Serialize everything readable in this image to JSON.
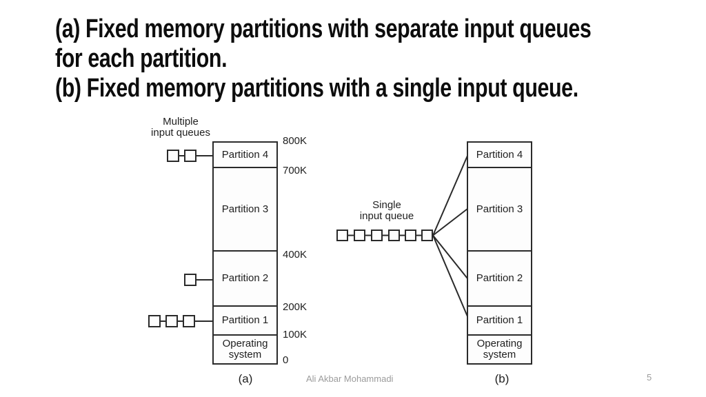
{
  "slide": {
    "title_lines": [
      "(a) Fixed memory partitions with separate input queues",
      "for each partition.",
      "(b) Fixed memory partitions with a single input queue."
    ],
    "footer": {
      "author": "Ali Akbar Mohammadi",
      "page_number": "5"
    }
  },
  "figure": {
    "colors": {
      "line": "#2a2a2a",
      "text": "#1e1e1e",
      "background": "#ffffff",
      "footer_text": "#9b9b9b"
    },
    "diagram_a": {
      "caption": "(a)",
      "queue_label_lines": [
        "Multiple",
        "input queues"
      ],
      "partitions": [
        "Partition 4",
        "Partition 3",
        "Partition 2",
        "Partition 1",
        "Operating system"
      ],
      "addresses": [
        "800K",
        "700K",
        "400K",
        "200K",
        "100K",
        "0"
      ],
      "queue_lengths": {
        "partition4": 2,
        "partition3": 0,
        "partition2": 1,
        "partition1": 3
      }
    },
    "diagram_b": {
      "caption": "(b)",
      "queue_label_lines": [
        "Single",
        "input queue"
      ],
      "partitions": [
        "Partition 4",
        "Partition 3",
        "Partition 2",
        "Partition 1",
        "Operating system"
      ],
      "queue_length": 6
    }
  }
}
